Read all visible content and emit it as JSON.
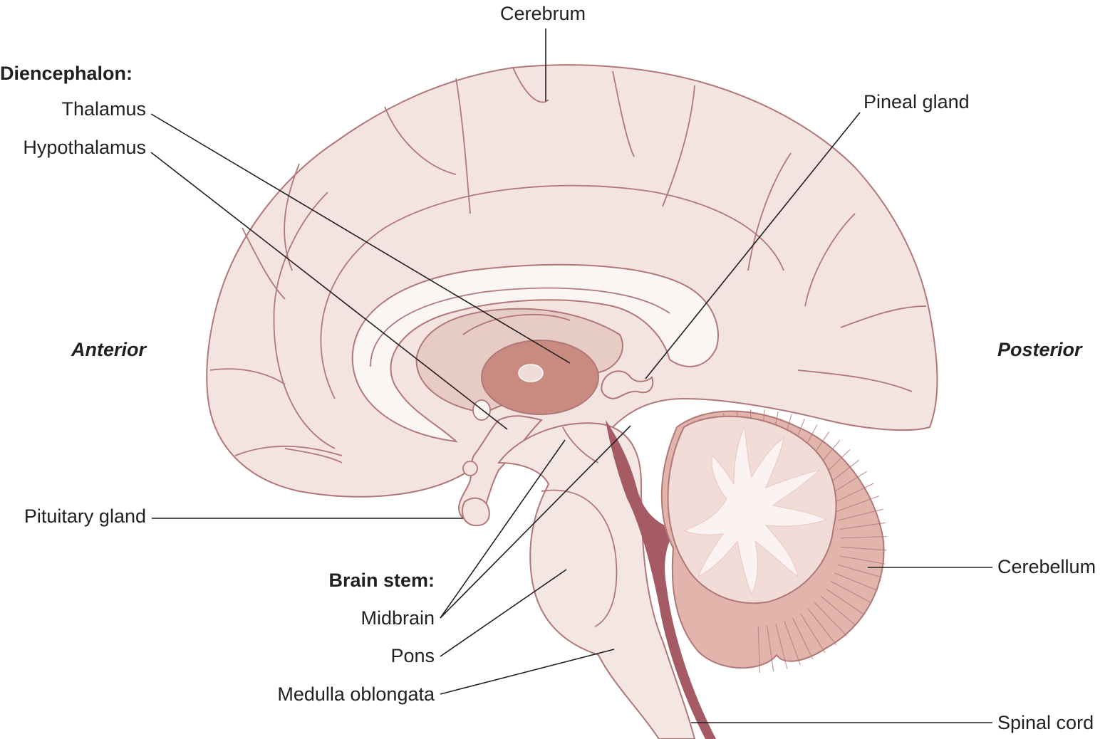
{
  "colors": {
    "cerebrum_fill": "#f3e3e1",
    "cerebrum_stroke": "#b07878",
    "white_matter": "#fbf5f4",
    "thalamus": "#c98b80",
    "thalamus_light": "#e7cbc5",
    "cerebellum": "#e2b5ac",
    "cerebellum_inner": "#f2dcd8",
    "arbor_vitae": "#fbf3f1",
    "brainstem": "#f4e6e3",
    "ventricle": "#a45b64",
    "leader_line": "#231f20"
  },
  "labels": {
    "cerebrum": "Cerebrum",
    "diencephalon_header": "Diencephalon:",
    "thalamus": "Thalamus",
    "hypothalamus": "Hypothalamus",
    "pineal_gland": "Pineal gland",
    "anterior": "Anterior",
    "posterior": "Posterior",
    "pituitary_gland": "Pituitary gland",
    "cerebellum": "Cerebellum",
    "brain_stem_header": "Brain stem:",
    "midbrain": "Midbrain",
    "pons": "Pons",
    "medulla_oblongata": "Medulla oblongata",
    "spinal_cord": "Spinal cord"
  }
}
